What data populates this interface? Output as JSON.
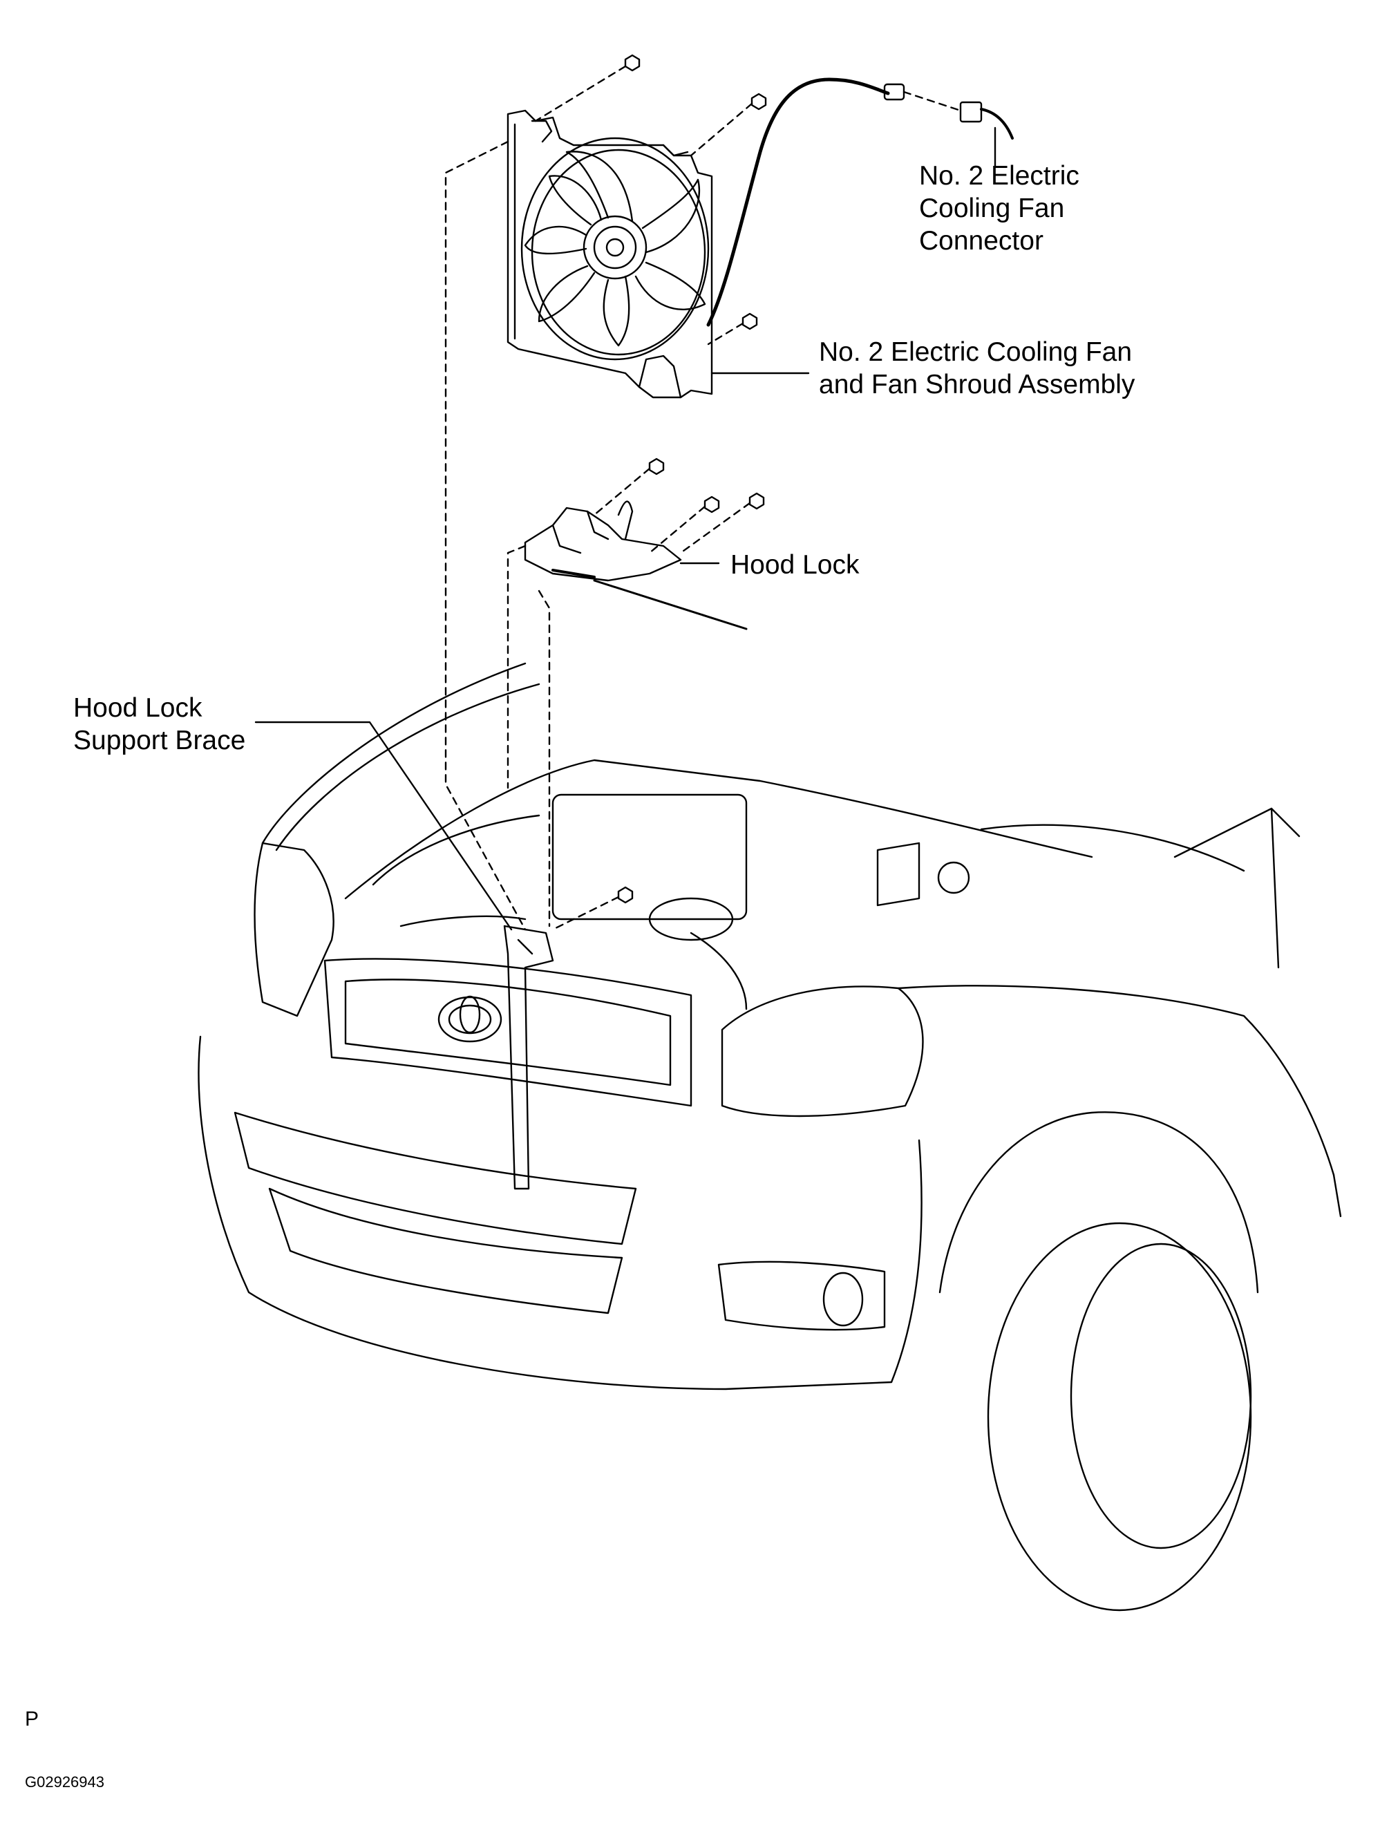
{
  "labels": {
    "connector": "No. 2 Electric\nCooling Fan\nConnector",
    "fan_assembly": "No. 2 Electric Cooling Fan\nand Fan Shroud Assembly",
    "hood_lock": "Hood Lock",
    "support_brace": "Hood Lock\nSupport Brace"
  },
  "corner_mark": "P",
  "figure_id": "G02926943",
  "colors": {
    "line": "#000000",
    "background": "#ffffff"
  }
}
